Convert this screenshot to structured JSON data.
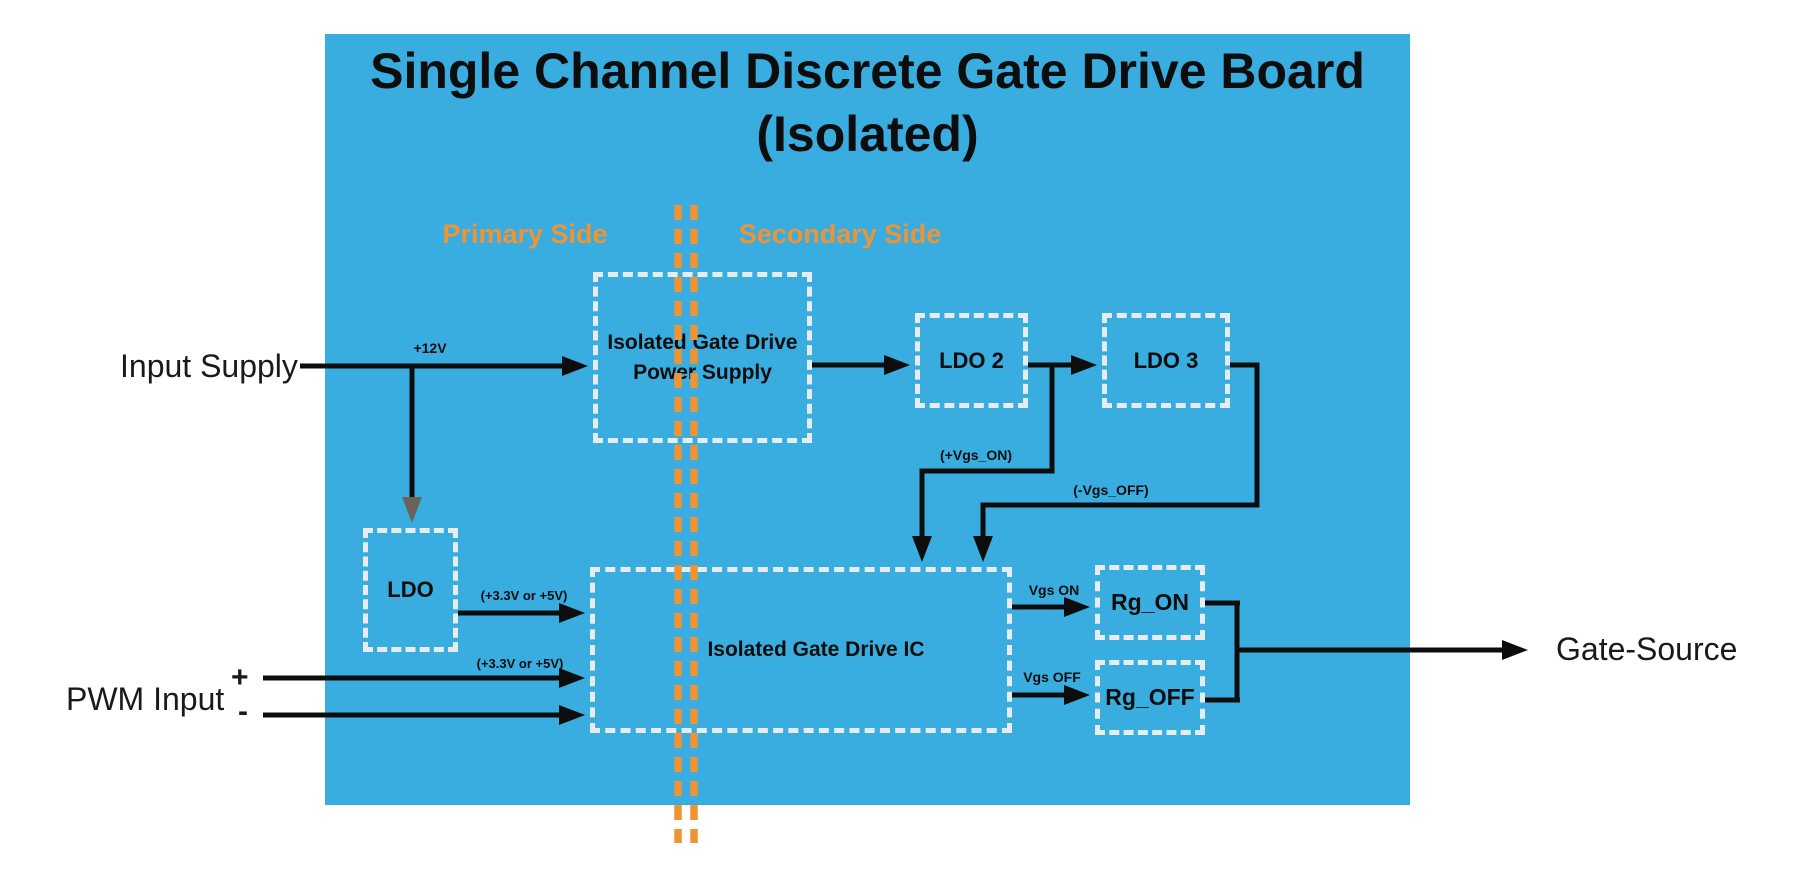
{
  "title": {
    "line1": "Single Channel Discrete Gate Drive Board",
    "line2": "(Isolated)"
  },
  "regions": {
    "primary": "Primary Side",
    "secondary": "Secondary Side"
  },
  "blocks": {
    "power_supply": "Isolated Gate Drive Power Supply",
    "ldo": "LDO",
    "ldo2": "LDO 2",
    "ldo3": "LDO 3",
    "gate_drive_ic": "Isolated Gate Drive IC",
    "rg_on": "Rg_ON",
    "rg_off": "Rg_OFF"
  },
  "signals": {
    "v12": "+12V",
    "vgs_on_rail": "(+Vgs_ON)",
    "vgs_off_rail": "(-Vgs_OFF)",
    "ldo_out": "(+3.3V or +5V)",
    "pwm_rail": "(+3.3V or +5V)",
    "vgs_on": "Vgs ON",
    "vgs_off": "Vgs OFF"
  },
  "external": {
    "input_supply": "Input Supply",
    "pwm_input": "PWM Input",
    "pwm_plus": "+",
    "pwm_minus": "-",
    "gate_source": "Gate-Source"
  },
  "colors": {
    "panel_blue": "#39ADE0",
    "isolation_divider_orange": "#EF9434",
    "box_border_white": "#E7ECEE",
    "line_black": "#0D0D0D",
    "ldo_branch_arrow_gray": "#6B635A"
  }
}
